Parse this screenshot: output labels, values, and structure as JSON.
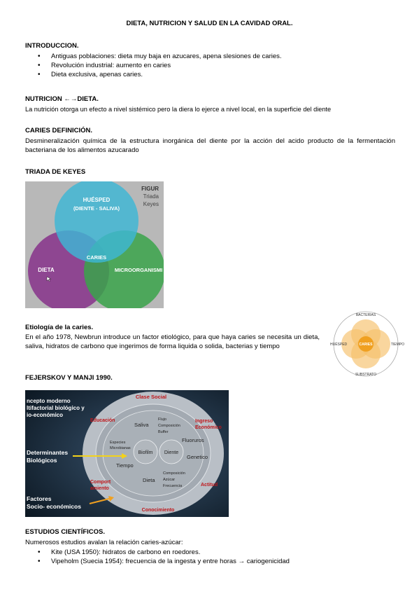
{
  "title": "DIETA, NUTRICION Y SALUD EN LA CAVIDAD ORAL.",
  "intro": {
    "heading": "INTRODUCCION.",
    "bullets": [
      "Antiguas poblaciones: dieta muy baja en azucares, apena slesiones de caries.",
      "Revolución industrial: aumento en caries",
      "Dieta exclusiva, apenas caries."
    ]
  },
  "nutricion": {
    "heading_left": "NUTRICION ",
    "heading_arrow": "←→",
    "heading_right": "DIETA.",
    "text": "La nutrición otorga un efecto a nivel sistémico pero la diera lo ejerce a nivel local, en la superficie del diente"
  },
  "caries": {
    "heading": "CARIES DEFINICIÓN.",
    "text": "Desmineralización química de la estructura inorgánica del diente por la acción del acido producto de la fermentación bacteriana de los alimentos azucarado"
  },
  "keyes": {
    "heading": "TRIADA DE KEYES",
    "caption_line1": "FIGUR",
    "caption_line2": "Triada",
    "caption_line3": "Keyes",
    "label_host_1": "HUÉSPED",
    "label_host_2": "(DIENTE - SALIVA)",
    "label_diet": "DIETA",
    "label_micro": "MICROORGANISMI",
    "label_center": "CARIES"
  },
  "etiologia": {
    "heading": "Etiología de la caries.",
    "text": "En el año 1978, Newbrun introduce un factor etiológico, para que haya caries se necesita un dieta, saliva, hidratos de carbono que ingerimos de forma liquida o solida, bacterias y tiempo",
    "diagram": {
      "top": "BACTERIAS",
      "left": "HUÉSPED",
      "right": "TIEMPO",
      "bottom": "SUBSTRATO",
      "center": "CARIES"
    }
  },
  "fejerskov": {
    "heading": "FEJERSKOV Y MANJI 1990.",
    "left_text": [
      "ncepto moderno",
      "ltifactorial biológico y",
      "io-económico"
    ],
    "determinantes": [
      "Determinantes",
      "Biológicos"
    ],
    "factores": [
      "Factores",
      "Socio- económicos"
    ],
    "outer_labels": {
      "clase_social": "Clase Social",
      "educacion": "Educación",
      "ingreso": "Ingreso",
      "economico": "Económico",
      "comport": "Comport",
      "amiento": "amiento",
      "actitud": "Actitud",
      "conocimiento": "Conocimiento"
    },
    "inner_labels": {
      "saliva": "Saliva",
      "flujo": "Flujo",
      "composicion": "Composición",
      "buffer": "Buffer",
      "especies": "Especies",
      "microbianas": "Microbianas",
      "fluoruros": "Fluoruros",
      "biofilm": "Biofilm",
      "diente": "Diente",
      "genetico": "Genetico",
      "tiempo": "Tiempo",
      "dieta": "Dieta",
      "d_composicion": "Composición",
      "azucar": "Azúcar",
      "frecuencia": "Frecuencia"
    }
  },
  "estudios": {
    "heading": "ESTUDIOS CIENTÍFICOS.",
    "intro": "Numerosos estudios avalan la relación caries-azúcar:",
    "bullets": [
      "Kite (USA 1950): hidratos de carbono en roedores.",
      "Vipeholm (Suecia 1954): frecuencia de la ingesta y entre horas → cariogenicidad"
    ]
  },
  "colors": {
    "venn_blue": "#3db7d6",
    "venn_purple": "#8a3c8d",
    "venn_green": "#3aa34a",
    "fej_background": "#10202c",
    "orange": "#f0a020"
  }
}
